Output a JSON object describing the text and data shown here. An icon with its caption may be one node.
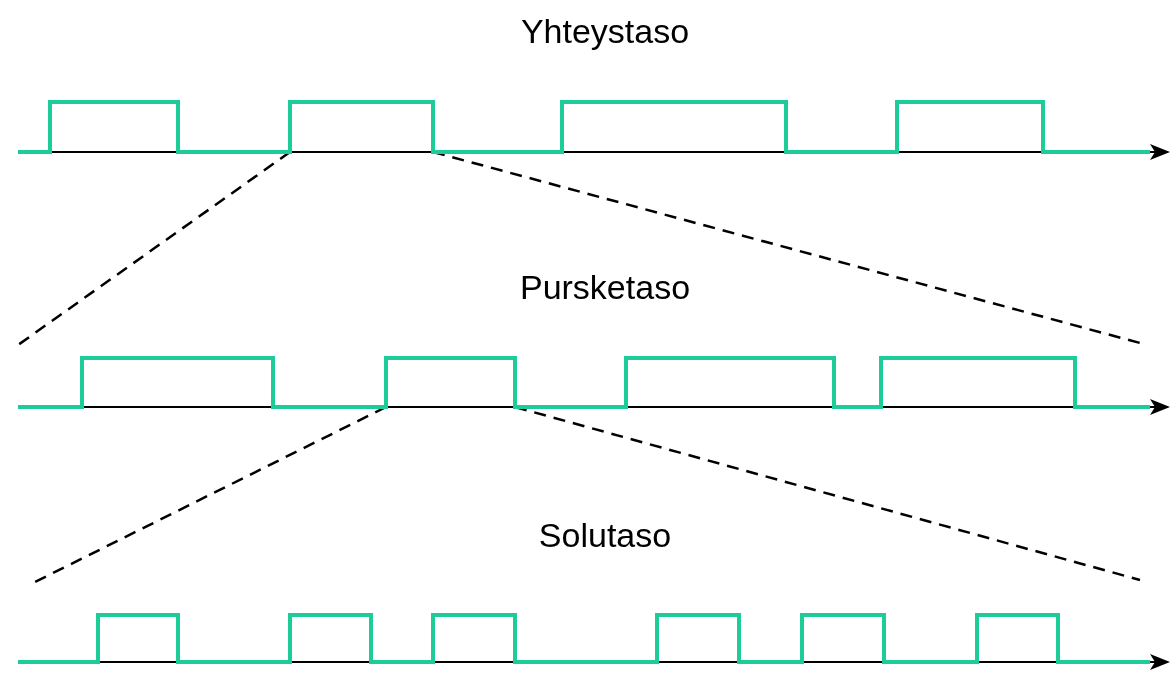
{
  "diagram": {
    "labels": [
      "Yhteystaso",
      "Pursketaso",
      "Solutaso"
    ]
  }
}
